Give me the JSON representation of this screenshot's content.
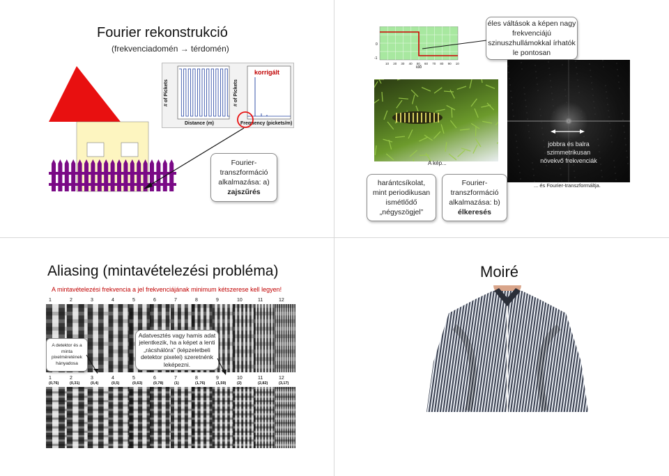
{
  "slide1": {
    "title": "Fourier rekonstrukció",
    "subtitle": "(frekvenciadomén → térdomén)",
    "chart_axis_left_ylabel": "# of Pickets",
    "chart_axis_left_xlabel": "Distance (m)",
    "chart_axis_right_ylabel": "# of Pickets",
    "chart_axis_right_xlabel": "Frequency (pickets/m)",
    "corrected_label": "korrigált",
    "callout_lines": [
      "Fourier-",
      "transzformáció",
      "alkalmazása: a)"
    ],
    "callout_bold": "zajszűrés"
  },
  "slide2": {
    "sharp_transitions_lines": [
      "éles váltások a képen nagy",
      "frekvenciájú",
      "szinuszhullámokkal írhatók",
      "le pontosan"
    ],
    "plot_xlabel": "idő",
    "image_caption": "A kép...",
    "caterpillar_lines": [
      "harántcsíkolat,",
      "mint periodikusan",
      "ismétlődő",
      "„négyszögjel”"
    ],
    "callout_lines": [
      "Fourier-",
      "transzformáció",
      "alkalmazása: b)"
    ],
    "callout_bold": "élkeresés",
    "symmetric_lines": [
      "jobbra és balra",
      "szimmetrikusan",
      "növekvő frekvenciák"
    ],
    "transform_caption": "... és Fourier-transzformáltja."
  },
  "slide3": {
    "title": "Aliasing (mintavételezési probléma)",
    "red_subtitle": "A mintavételezési frekvencia a jel frekvenciájának minimum kétszerese kell legyen!",
    "top_numbers": [
      "1",
      "2",
      "3",
      "4",
      "5",
      "6",
      "7",
      "8",
      "9",
      "10",
      "11",
      "12"
    ],
    "bottom_numbers": [
      "1",
      "2",
      "3",
      "4",
      "5",
      "6",
      "7",
      "8",
      "9",
      "10",
      "11",
      "12"
    ],
    "bottom_ratios": [
      "(0,76)",
      "(0,31)",
      "(0,4)",
      "(0,5)",
      "(0,63)",
      "(0,78)",
      "(1)",
      "(1,76)",
      "(1,59)",
      "(2)",
      "(2,82)",
      "(3,17)"
    ],
    "detector_lines": [
      "A detektor és a",
      "minta",
      "pixelméretének",
      "hányadosa"
    ],
    "data_loss_lines": [
      "Adatvesztés vagy hamis adat",
      "jelentkezik, ha a képet a lenti",
      "„rácshálóra” (képzeletbeli",
      "detektor pixelei) szeretnénk",
      "leképezni."
    ]
  },
  "slide4": {
    "title": "Moiré"
  },
  "colors": {
    "roof": "#e81010",
    "wall": "#fdf5c0",
    "fence": "#7a0a86",
    "red_text": "#c00000"
  }
}
